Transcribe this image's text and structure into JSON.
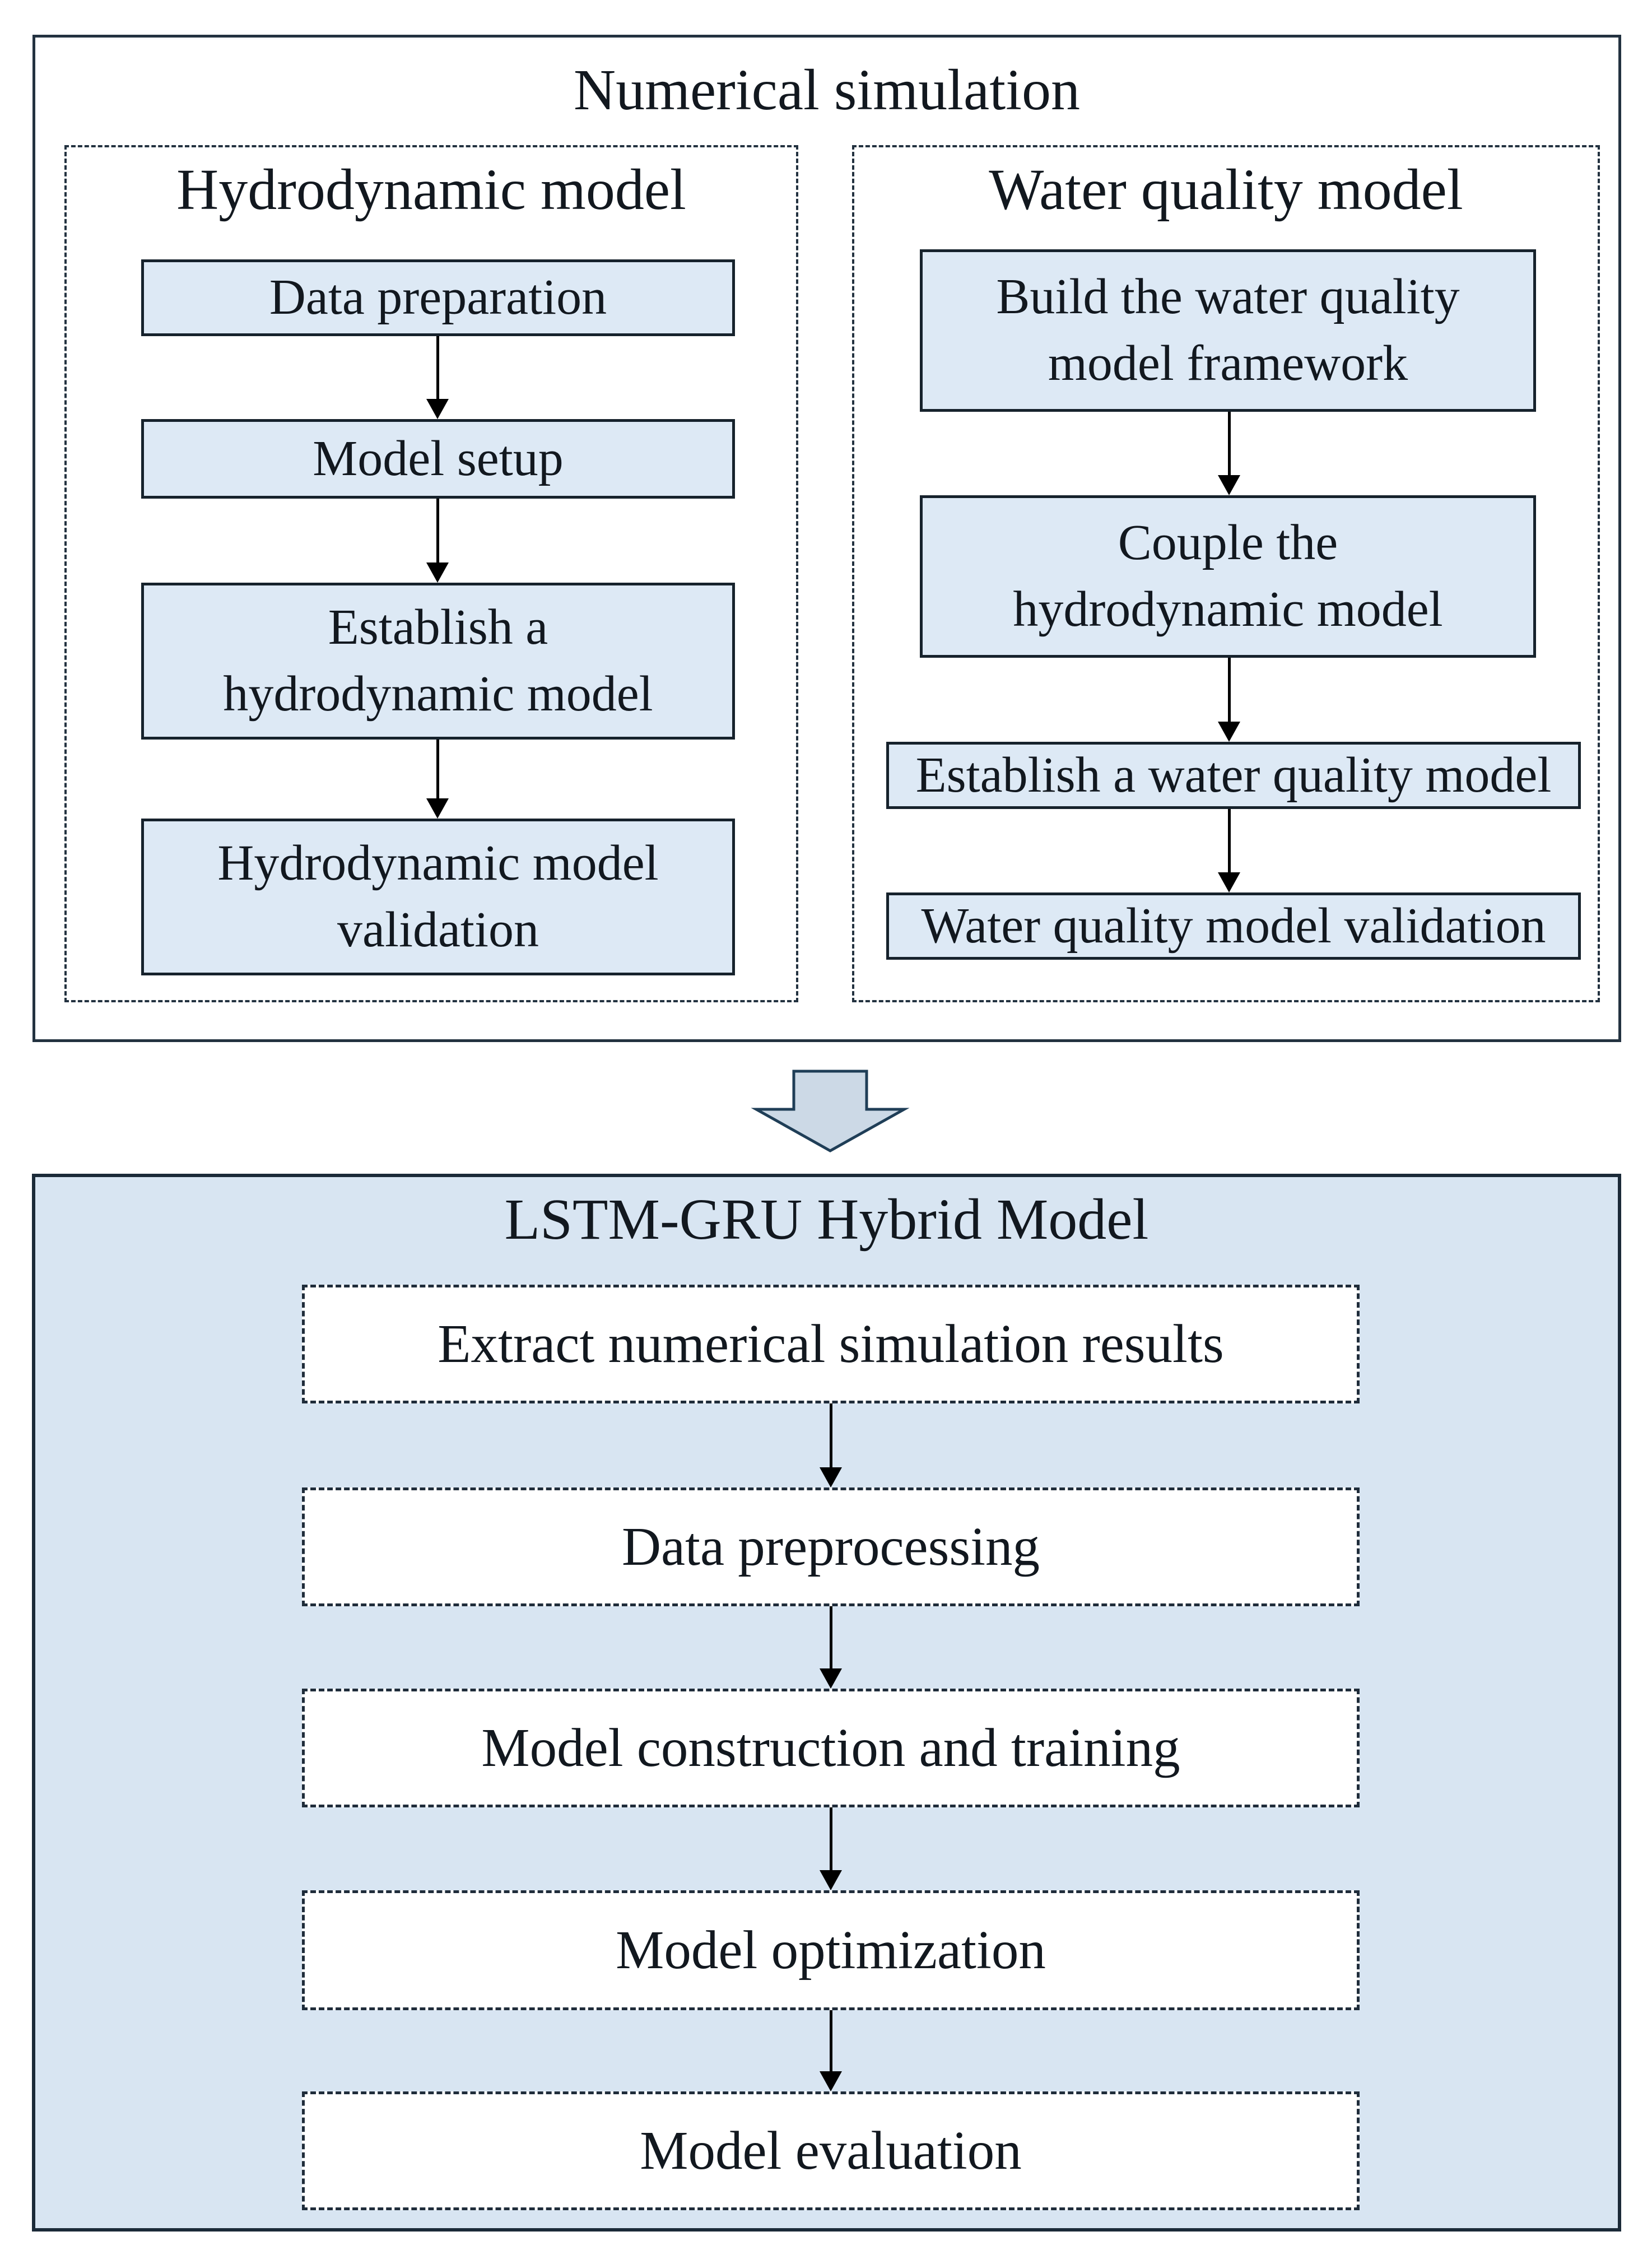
{
  "colors": {
    "box_fill": "#dde9f5",
    "panel_fill": "#d8e5f2",
    "box_border": "#16222c",
    "dashed_border": "#233240",
    "block_arrow_fill": "#ccd9e6",
    "block_arrow_stroke": "#1f3e57",
    "connector_arrow": "#000000",
    "text": "#12181f"
  },
  "numerical_simulation": {
    "title": "Numerical simulation",
    "hydrodynamic": {
      "heading": "Hydrodynamic model",
      "steps": [
        {
          "label": "Data preparation"
        },
        {
          "label": "Model setup"
        },
        {
          "label": "Establish a\nhydrodynamic model"
        },
        {
          "label": "Hydrodynamic model\nvalidation"
        }
      ]
    },
    "water_quality": {
      "heading": "Water quality model",
      "steps": [
        {
          "label": "Build the water quality\nmodel framework"
        },
        {
          "label": "Couple the\nhydrodynamic model"
        },
        {
          "label": "Establish a water quality model"
        },
        {
          "label": "Water quality model validation"
        }
      ]
    }
  },
  "lstm_gru": {
    "title": "LSTM-GRU Hybrid Model",
    "steps": [
      {
        "label": "Extract numerical simulation results"
      },
      {
        "label": "Data preprocessing"
      },
      {
        "label": "Model construction and training"
      },
      {
        "label": "Model optimization"
      },
      {
        "label": "Model evaluation"
      }
    ]
  }
}
